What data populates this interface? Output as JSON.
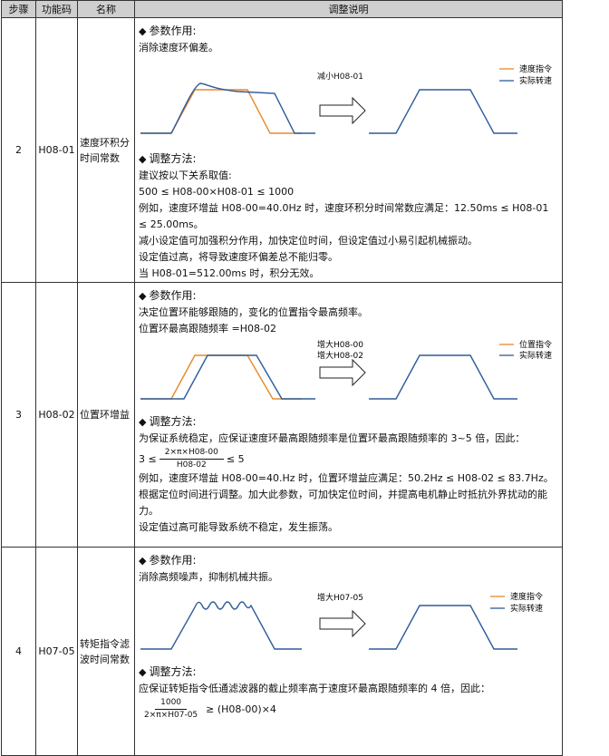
{
  "header": {
    "col_step": "步骤",
    "col_code": "功能码",
    "col_name": "名称",
    "col_desc": "调整说明"
  },
  "colors": {
    "command": "#e8892b",
    "actual": "#2e5c9a"
  },
  "rows": [
    {
      "step": "2",
      "code": "H08-01",
      "name": "速度环积分时间常数",
      "sec1_title": "参数作用:",
      "sec1_lines": [
        "消除速度环偏差。"
      ],
      "arrow_label": [
        "减小H08-01"
      ],
      "legend": {
        "a": "速度指令",
        "b": "实际转速"
      },
      "sec2_title": "调整方法:",
      "sec2_lines": [
        "建议按以下关系取值:",
        "500 ≤ H08-00×H08-01 ≤ 1000",
        "例如，速度环增益 H08-00=40.0Hz 时，速度环积分时间常数应满足：12.50ms ≤ H08-01 ≤ 25.00ms。",
        "减小设定值可加强积分作用，加快定位时间，但设定值过小易引起机械振动。",
        "设定值过高，将导致速度环偏差总不能归零。",
        "当 H08-01=512.00ms 时，积分无效。"
      ]
    },
    {
      "step": "3",
      "code": "H08-02",
      "name": "位置环增益",
      "sec1_title": "参数作用:",
      "sec1_lines": [
        "决定位置环能够跟随的，变化的位置指令最高频率。",
        "位置环最高跟随频率 =H08-02"
      ],
      "arrow_label": [
        "增大H08-00",
        "增大H08-02"
      ],
      "legend": {
        "a": "位置指令",
        "b": "实际转速"
      },
      "sec2_title": "调整方法:",
      "sec2_intro": "为保证系统稳定，应保证速度环最高跟随频率是位置环最高跟随频率的 3~5 倍，因此：",
      "formula": {
        "left": "3 ≤",
        "num": "2×π×H08-00",
        "den": "H08-02",
        "right": "≤ 5"
      },
      "sec2_lines": [
        "例如，速度环增益 H08-00=40.Hz 时，位置环增益应满足：50.2Hz ≤ H08-02 ≤ 83.7Hz。",
        "根据定位时间进行调整。加大此参数，可加快定位时间，并提高电机静止时抵抗外界扰动的能力。",
        "设定值过高可能导致系统不稳定，发生振荡。"
      ]
    },
    {
      "step": "4",
      "code": "H07-05",
      "name": "转矩指令滤波时间常数",
      "sec1_title": "参数作用:",
      "sec1_lines": [
        "消除高频噪声，抑制机械共振。"
      ],
      "arrow_label": [
        "增大H07-05"
      ],
      "legend": {
        "a": "速度指令",
        "b": "实际转速"
      },
      "sec2_title": "调整方法:",
      "sec2_intro": "应保证转矩指令低通滤波器的截止频率高于速度环最高跟随频率的 4 倍，因此：",
      "formula": {
        "num": "1000",
        "den": "2×π×H07-05",
        "right": "≥ (H08-00)×4"
      }
    }
  ]
}
